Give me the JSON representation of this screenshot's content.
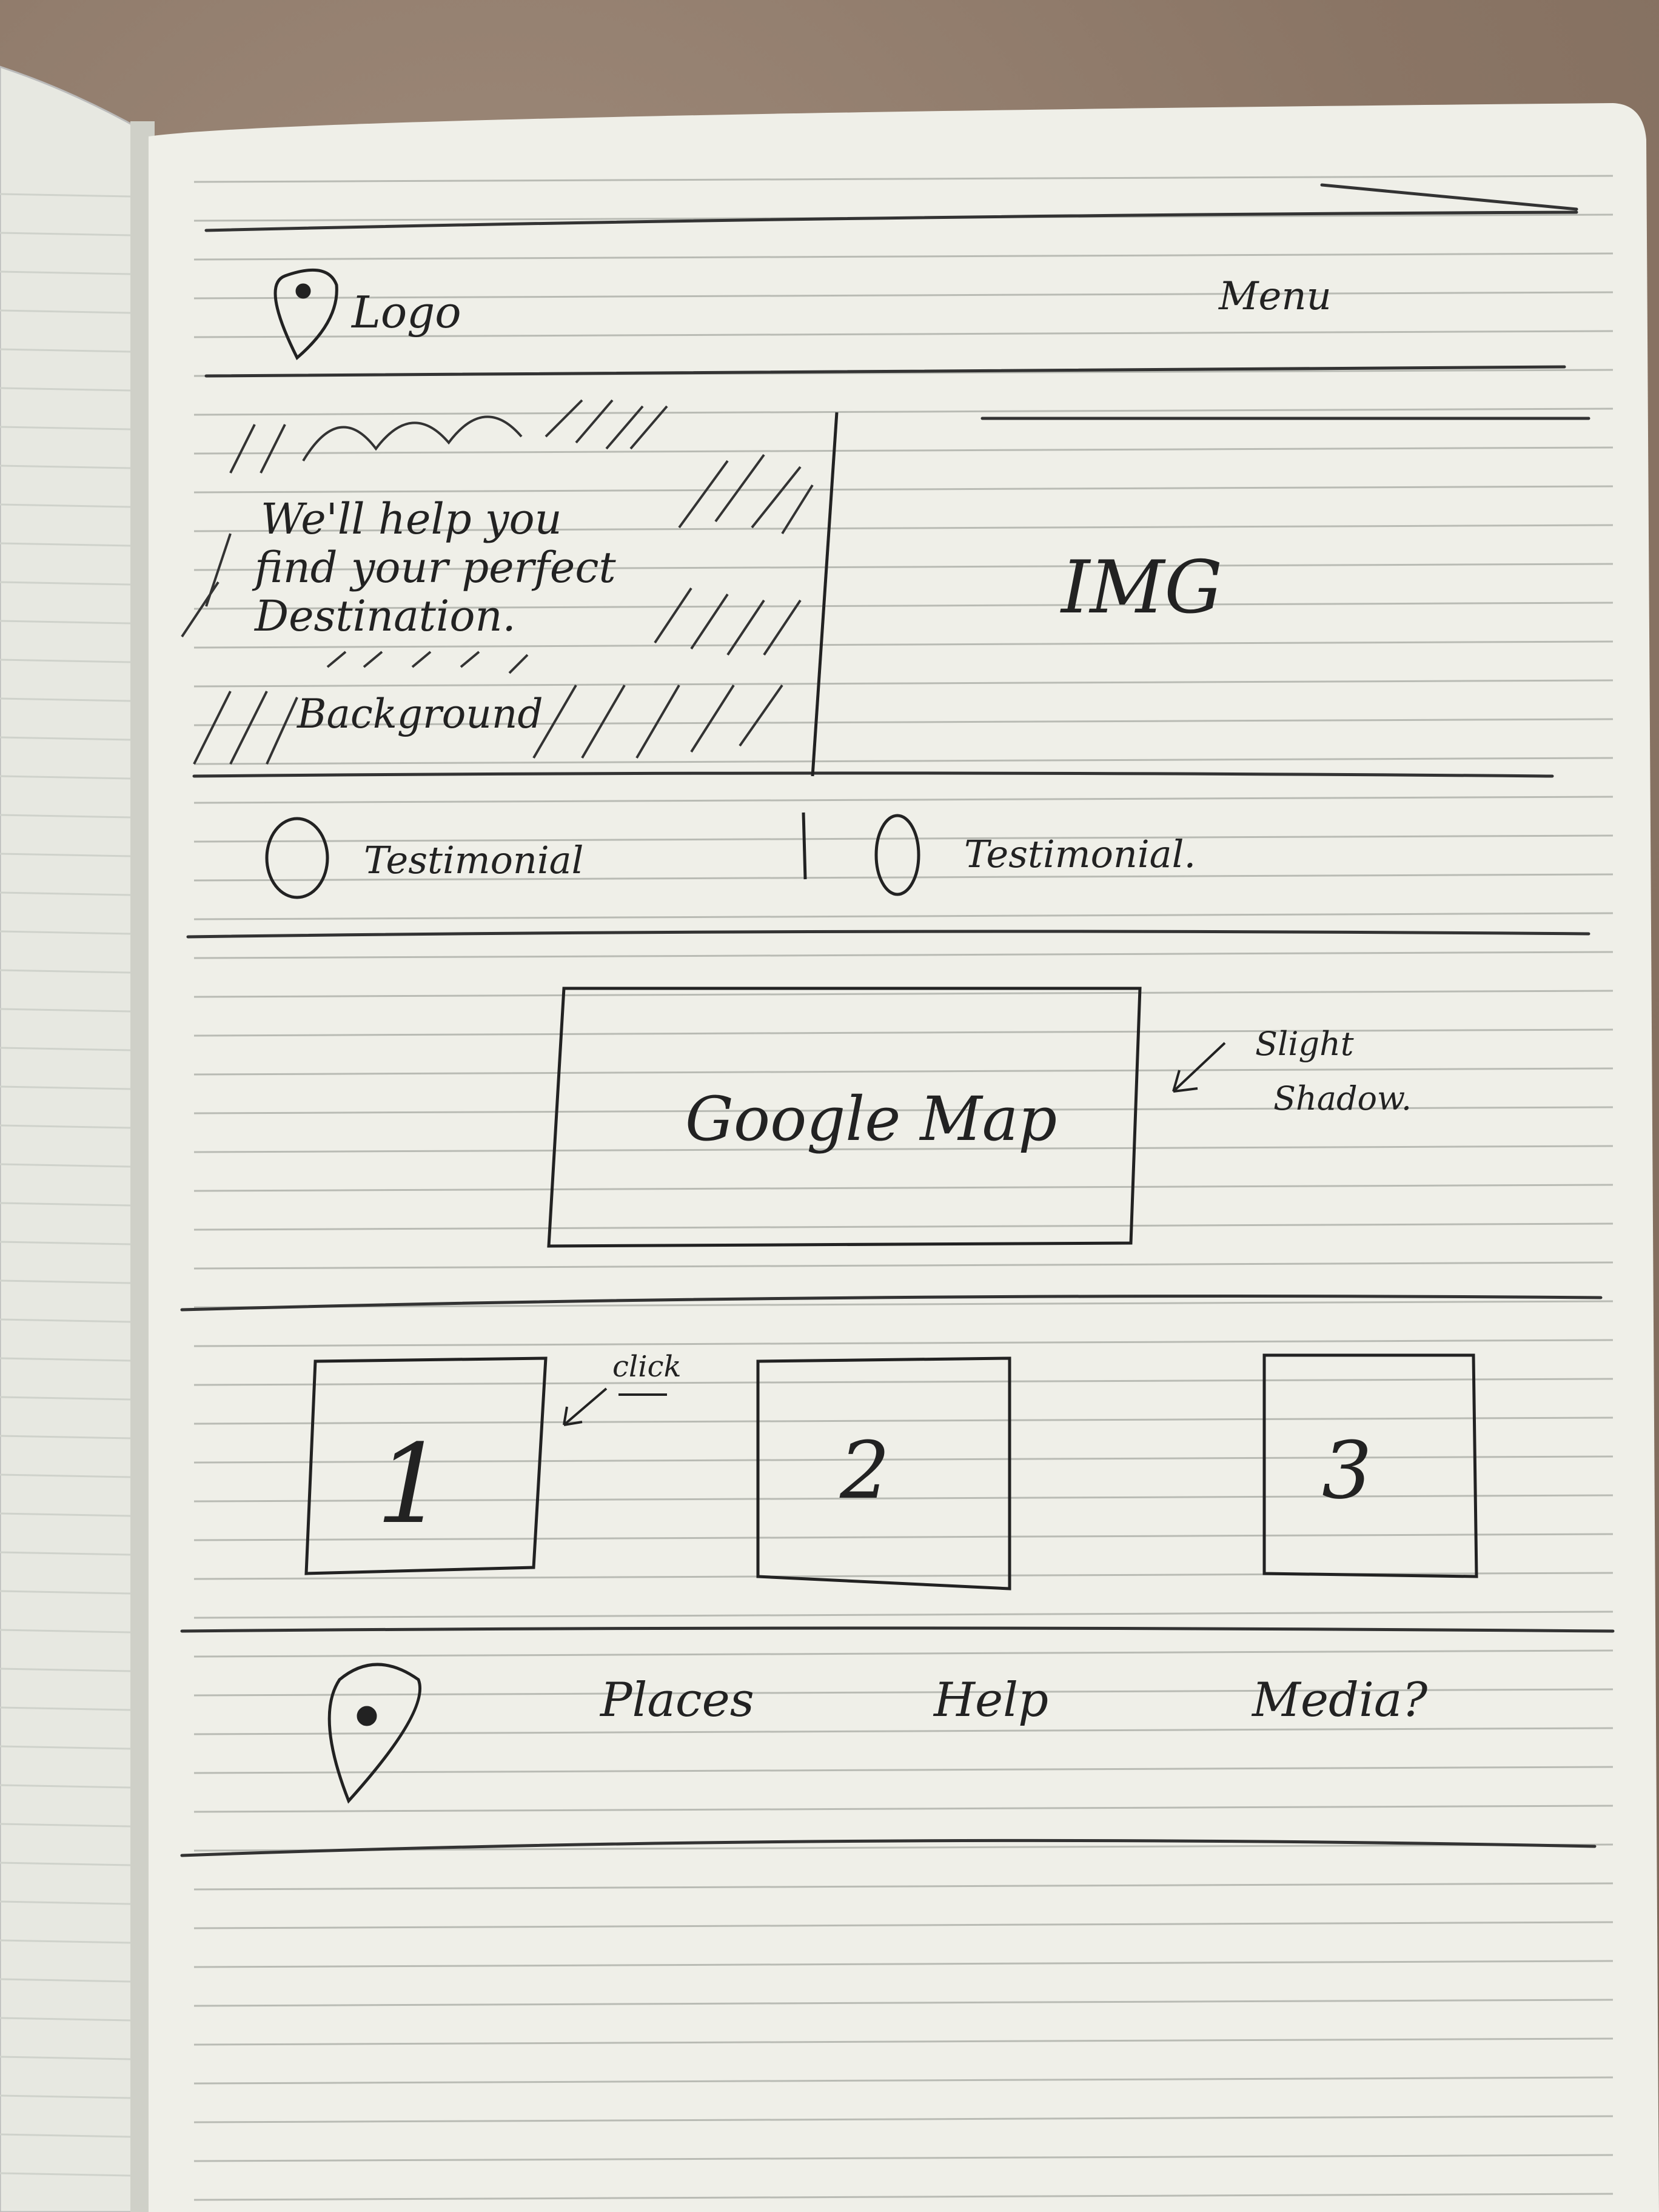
{
  "sketch": {
    "header": {
      "logo_label": "Logo",
      "menu_label": "Menu"
    },
    "hero": {
      "tagline_line1": "We'll help you",
      "tagline_line2": "find your perfect",
      "tagline_line3": "Destination.",
      "background_label": "Background",
      "image_label": "IMG"
    },
    "testimonials": [
      {
        "label": "Testimonial"
      },
      {
        "label": "Testimonial."
      }
    ],
    "map": {
      "label": "Google Map",
      "note_line1": "Slight",
      "note_line2": "Shadow."
    },
    "cards": {
      "note": "click",
      "items": [
        {
          "label": "1"
        },
        {
          "label": "2"
        },
        {
          "label": "3"
        }
      ]
    },
    "footer": {
      "links": [
        "Places",
        "Help",
        "Media?"
      ]
    }
  }
}
